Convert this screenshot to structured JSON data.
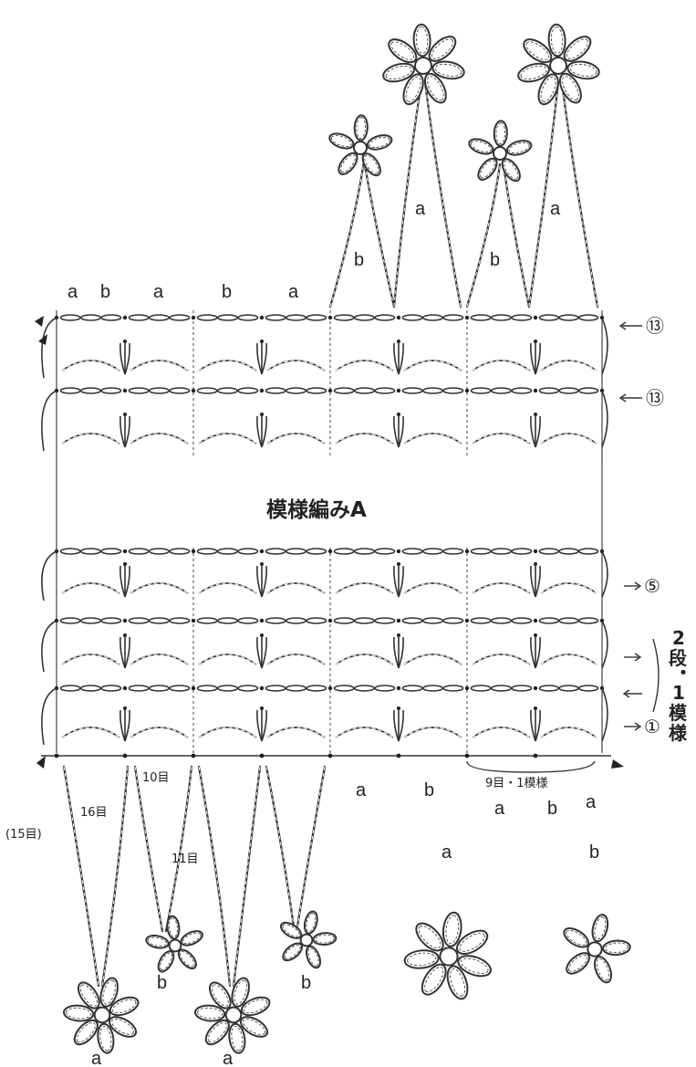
{
  "title": "模様編みA",
  "top_labels": [
    "a",
    "b",
    "a",
    "b",
    "a"
  ],
  "top_flower_labels": [
    "b",
    "a",
    "b",
    "a"
  ],
  "row_markers": {
    "top1": "⑬",
    "top2": "⑬",
    "row5": "⑤",
    "row1": "①"
  },
  "repeat_vertical_chars": [
    "2",
    "段",
    "・",
    "1",
    "模",
    "様"
  ],
  "repeat_note": "9目・1模様",
  "bottom_labels": [
    "a",
    "b",
    "a",
    "b",
    "a"
  ],
  "chain_counts": [
    "(15目)",
    "16目",
    "10目",
    "11目"
  ],
  "bottom_flower_labels": [
    "b",
    "b",
    "a",
    "a"
  ],
  "motif_labels": [
    "a",
    "b"
  ]
}
